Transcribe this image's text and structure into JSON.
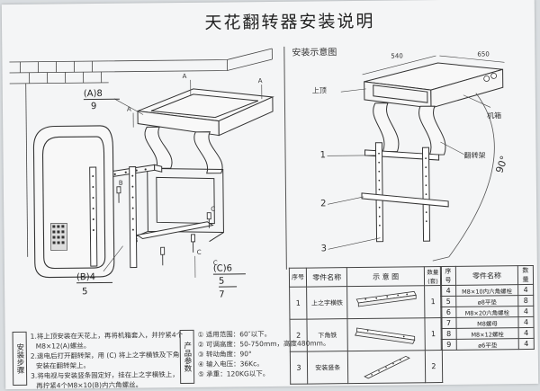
{
  "title": "天花翻转器安装说明",
  "diagram_title": "安装示意图",
  "labels": {
    "a8": "(A)8",
    "a9": "9",
    "b4": "(B)4",
    "b5": "5",
    "c6": "(C)6",
    "c5": "5",
    "c7": "7",
    "letter_a": "A",
    "letter_b": "B",
    "letter_c": "C"
  },
  "right_diagram": {
    "dim_width": "540",
    "dim_depth": "650",
    "ceiling": "上顶",
    "machine_box": "机箱",
    "flip_bracket": "翻转架",
    "angle": "90°",
    "callout_1": "1",
    "callout_2": "2",
    "callout_3": "3"
  },
  "parts_table_left": {
    "headers": [
      "序号",
      "零件名称",
      "示 意 图",
      "数量(套)"
    ],
    "rows": [
      {
        "no": "1",
        "name": "上之字横铁",
        "qty": "1"
      },
      {
        "no": "2",
        "name": "下角铁",
        "qty": "1"
      },
      {
        "no": "3",
        "name": "安装竖条",
        "qty": "2"
      }
    ]
  },
  "parts_table_right": {
    "headers": [
      "序号",
      "零件名称",
      "数量"
    ],
    "rows": [
      {
        "no": "4",
        "name": "M8×10内六角螺栓",
        "qty": "4"
      },
      {
        "no": "5",
        "name": "ø8平垫",
        "qty": "8"
      },
      {
        "no": "6",
        "name": "M8×20六角螺栓",
        "qty": "4"
      },
      {
        "no": "7",
        "name": "M8螺母",
        "qty": "4"
      },
      {
        "no": "8",
        "name": "M8×12螺栓",
        "qty": "4"
      },
      {
        "no": "9",
        "name": "ø6平垫",
        "qty": "4"
      }
    ]
  },
  "steps": {
    "header": "安装步骤",
    "lines": [
      "1.将上顶安装在天花上，再将机箱套入，并拧紧4个",
      "M8×12(A)螺丝。",
      "2.退电后打开翻转架，用 (C) 将上之字横铁及下角",
      "安装在翻转架上。",
      "3.将电视与安装竖条固定好，挂在上之字横铁上，",
      "再拧紧4个M8×10(B)内六角螺丝。"
    ]
  },
  "specs": {
    "header": "产品参数",
    "lines": [
      "① 适用范围：60″以下。",
      "② 可调高度：50-750mm，高度480mm。",
      "③ 转动角度：90°",
      "④ 输入电压：36Kc。",
      "⑤ 承重：120KG以下。"
    ]
  }
}
